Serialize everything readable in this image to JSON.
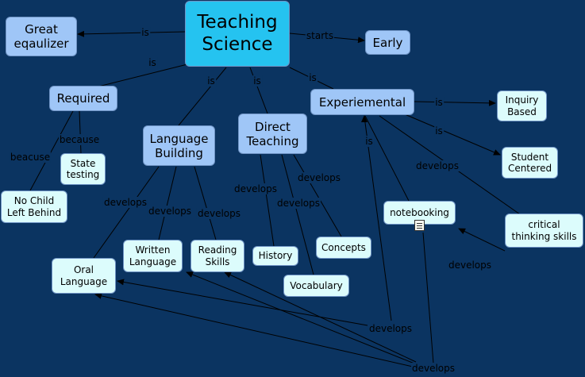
{
  "nodes": {
    "teaching_science": "Teaching\nScience",
    "great_equalizer": "Great\neqaulizer",
    "early": "Early",
    "required": "Required",
    "language_building": "Language\nBuilding",
    "direct_teaching": "Direct\nTeaching",
    "experiemental": "Experiemental",
    "inquiry_based": "Inquiry\nBased",
    "student_centered": "Student\nCentered",
    "state_testing": "State\ntesting",
    "no_child_left_behind": "No Child\nLeft Behind",
    "notebooking": "notebooking",
    "critical_thinking_skills": "critical\nthinking skills",
    "oral_language": "Oral\nLanguage",
    "written_language": "Written\nLanguage",
    "reading_skills": "Reading\nSkills",
    "history": "History",
    "concepts": "Concepts",
    "vocabulary": "Vocabulary"
  },
  "links": {
    "is_equalizer": "is",
    "starts": "starts",
    "is_required": "is",
    "is_language": "is",
    "is_direct": "is",
    "is_experiemental": "is",
    "is_inquiry": "is",
    "is_student": "is",
    "is_notebooking": "is",
    "because": "because",
    "beacuse": "beacuse",
    "develops_lb_oral": "develops",
    "develops_lb_written": "develops",
    "develops_lb_reading": "develops",
    "develops_dt_history": "develops",
    "develops_dt_vocab": "develops",
    "develops_dt_concepts": "develops",
    "develops_exp_critical": "develops",
    "develops_critical_note": "develops",
    "develops_note_low1": "develops",
    "develops_note_low2": "develops"
  },
  "icons": {
    "notebooking_attachment": "document-icon"
  },
  "colors": {
    "background": "#0b3461",
    "main_node": "#25c3f0",
    "concept_node": "#9fc6f7",
    "leaf_node": "#dcfcfc",
    "line": "#000000"
  }
}
